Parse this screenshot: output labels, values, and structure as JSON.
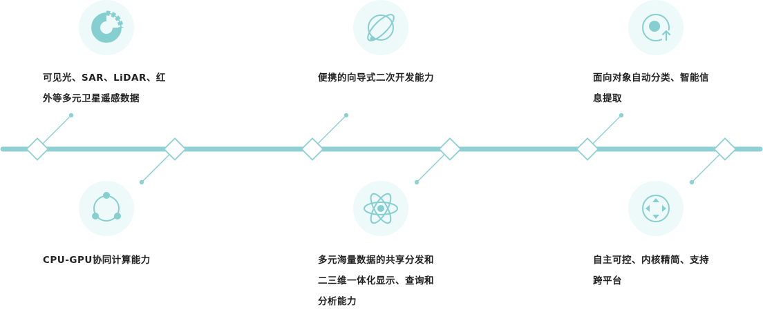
{
  "colors": {
    "accent": "#8fd1d3",
    "icon_bg": "#eef9f9",
    "icon_fg": "#86cfd1",
    "text": "#222222"
  },
  "features": [
    {
      "icon": "pie-chart-icon",
      "lines": [
        "可见光、SAR、LiDAR、红",
        "外等多元卫星遥感数据"
      ]
    },
    {
      "icon": "orbit-icon",
      "lines": [
        "CPU-GPU协同计算能力"
      ]
    },
    {
      "icon": "planet-icon",
      "lines": [
        "便携的向导式二次开发能力"
      ]
    },
    {
      "icon": "atom-icon",
      "lines": [
        "多元海量数据的共享分发和",
        "二三维一体化显示、查询和",
        "分析能力"
      ]
    },
    {
      "icon": "target-upload-icon",
      "lines": [
        "面向对象自动分类、智能信",
        "息提取"
      ]
    },
    {
      "icon": "direction-pad-icon",
      "lines": [
        "自主可控、内核精简、支持",
        "跨平台"
      ]
    }
  ]
}
